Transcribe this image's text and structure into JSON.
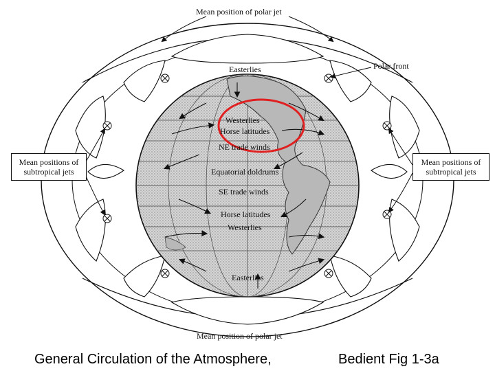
{
  "labels": {
    "polar_jet_top": "Mean position of polar jet",
    "polar_jet_bottom": "Mean position of polar jet",
    "polar_front": "Polar front",
    "subtropical_left_line1": "Mean positions of",
    "subtropical_left_line2": "subtropical jets",
    "subtropical_right_line1": "Mean positions of",
    "subtropical_right_line2": "subtropical jets",
    "easterlies_north": "Easterlies",
    "westerlies_north": "Westerlies",
    "horse_latitudes_north": "Horse latitudes",
    "ne_trade_winds": "NE trade winds",
    "equatorial_doldrums": "Equatorial doldrums",
    "se_trade_winds": "SE trade winds",
    "horse_latitudes_south": "Horse latitudes",
    "westerlies_south": "Westerlies",
    "easterlies_south": "Easterlies"
  },
  "caption": {
    "left": "General Circulation of the Atmosphere,",
    "right": "Bedient Fig 1-3a"
  },
  "colors": {
    "highlight_circle": "#e02020",
    "ink": "#111111",
    "globe_fill": "#cfcfcf"
  }
}
